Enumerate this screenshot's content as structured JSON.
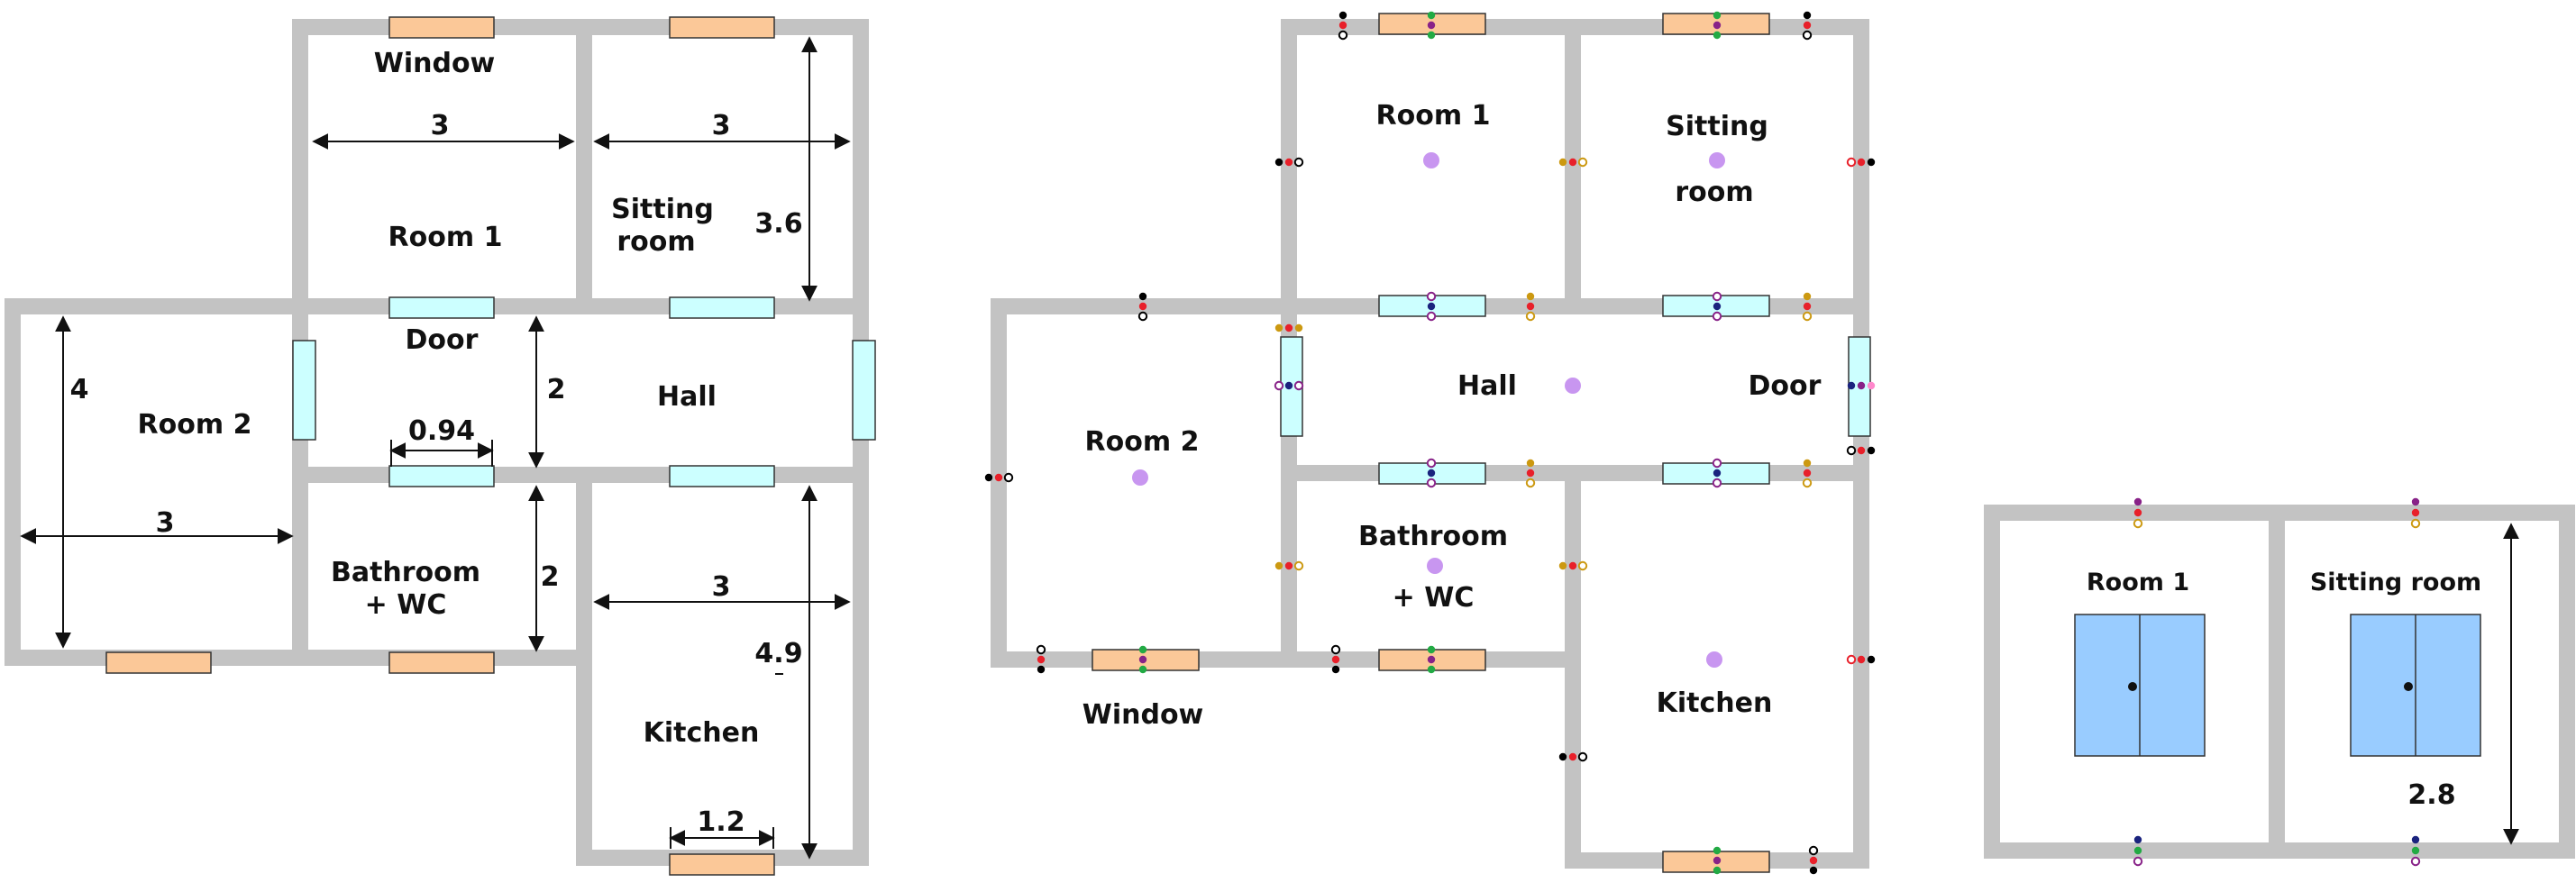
{
  "colors": {
    "wall": "#c3c3c3",
    "window_fill": "#fbc898",
    "door_fill": "#ccffff",
    "room_marker": "#c896f0",
    "wardrobe_fill": "#99ccff",
    "sensor_black": "#000000",
    "sensor_red": "#e8202a",
    "sensor_green": "#22aa44",
    "sensor_gold": "#cc9911",
    "sensor_purple": "#882288",
    "sensor_navy": "#1a237e",
    "sensor_pink": "#ff88cc"
  },
  "plan1": {
    "labels": {
      "window": "Window",
      "room1": "Room 1",
      "sitting_1": "Sitting",
      "sitting_2": "room",
      "door": "Door",
      "hall": "Hall",
      "room2": "Room 2",
      "bathroom_1": "Bathroom",
      "bathroom_2": "+ WC",
      "kitchen": "Kitchen"
    },
    "dimensions": {
      "room1_width": "3",
      "sitting_width": "3",
      "sitting_height": "3.6",
      "room2_height": "4",
      "room2_width": "3",
      "hall_height": "2",
      "door_width": "0.94",
      "bathroom_height": "2",
      "kitchen_width": "3",
      "kitchen_height": "4.9",
      "window_width": "1.2"
    }
  },
  "plan2": {
    "labels": {
      "room1": "Room 1",
      "sitting_1": "Sitting",
      "sitting_2": "room",
      "hall": "Hall",
      "door": "Door",
      "room2": "Room 2",
      "bathroom_1": "Bathroom",
      "bathroom_2": "+ WC",
      "window": "Window",
      "kitchen": "Kitchen"
    }
  },
  "plan3": {
    "labels": {
      "room1": "Room 1",
      "sitting": "Sitting room"
    },
    "dimensions": {
      "height": "2.8"
    }
  }
}
